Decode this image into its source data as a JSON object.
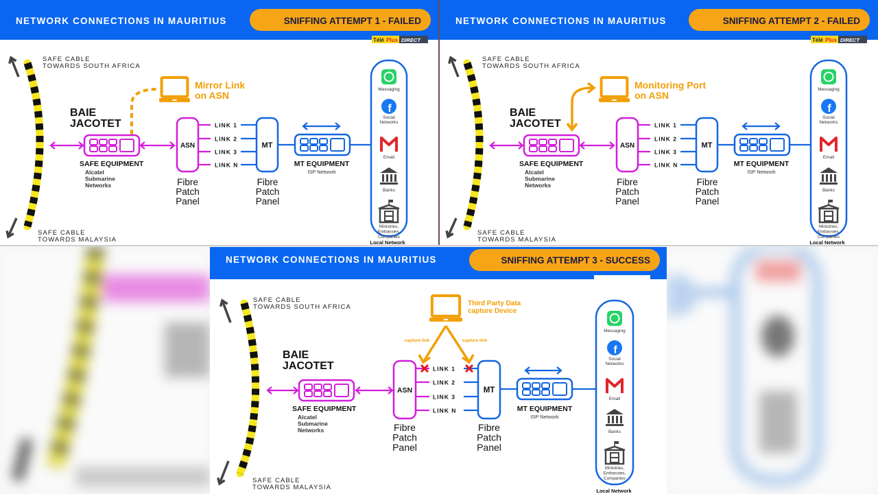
{
  "panels": [
    {
      "header_title": "NETWORK CONNECTIONS IN MAURITIUS",
      "status_pill": "SNIFFING ATTEMPT 1 - FAILED",
      "status": "failed",
      "watermark": {
        "part1": "Télé",
        "part2": "Plus",
        "part3": "DIRECT"
      },
      "cable_top_label": [
        "SAFE CABLE",
        "TOWARDS SOUTH AFRICA"
      ],
      "cable_bottom_label": [
        "SAFE CABLE",
        "TOWARDS MALAYSIA"
      ],
      "site_name": [
        "BAIE",
        "JACOTET"
      ],
      "safe_equipment": {
        "title": "SAFE EQUIPMENT",
        "vendor": [
          "Alcatel",
          "Submarine",
          "Networks"
        ]
      },
      "asn": {
        "label": "ASN",
        "caption": [
          "Fibre",
          "Patch",
          "Panel"
        ]
      },
      "links": [
        "LINK 1",
        "LINK 2",
        "LINK 3",
        "LINK N"
      ],
      "mt": {
        "label": "MT",
        "caption": [
          "Fibre",
          "Patch",
          "Panel"
        ]
      },
      "mt_equipment": {
        "title": "MT EQUIPMENT",
        "subtitle": "ISP Network"
      },
      "attack": {
        "type": "mirror",
        "label": [
          "Mirror Link",
          "on ASN"
        ],
        "icon": "laptop-icon"
      },
      "local_network": {
        "title": "Local Network",
        "items": [
          {
            "icon": "whatsapp-icon",
            "label": [
              "Messaging"
            ]
          },
          {
            "icon": "facebook-icon",
            "label": [
              "Social",
              "Networks"
            ]
          },
          {
            "icon": "gmail-icon",
            "label": [
              "Email"
            ]
          },
          {
            "icon": "bank-icon",
            "label": [
              "Banks"
            ]
          },
          {
            "icon": "government-building-icon",
            "label": [
              "Ministries,",
              "Embassies,",
              "Companies"
            ]
          }
        ]
      }
    },
    {
      "header_title": "NETWORK CONNECTIONS IN MAURITIUS",
      "status_pill": "SNIFFING ATTEMPT 2 - FAILED",
      "status": "failed",
      "watermark": {
        "part1": "Télé",
        "part2": "Plus",
        "part3": "DIRECT"
      },
      "cable_top_label": [
        "SAFE CABLE",
        "TOWARDS SOUTH AFRICA"
      ],
      "cable_bottom_label": [
        "SAFE CABLE",
        "TOWARDS MALAYSIA"
      ],
      "site_name": [
        "BAIE",
        "JACOTET"
      ],
      "safe_equipment": {
        "title": "SAFE EQUIPMENT",
        "vendor": [
          "Alcatel",
          "Submarine",
          "Networks"
        ]
      },
      "asn": {
        "label": "ASN",
        "caption": [
          "Fibre",
          "Patch",
          "Panel"
        ]
      },
      "links": [
        "LINK 1",
        "LINK 2",
        "LINK 3",
        "LINK N"
      ],
      "mt": {
        "label": "MT",
        "caption": [
          "Fibre",
          "Patch",
          "Panel"
        ]
      },
      "mt_equipment": {
        "title": "MT EQUIPMENT",
        "subtitle": "ISP Network"
      },
      "attack": {
        "type": "monitor",
        "label": [
          "Monitoring Port",
          "on ASN"
        ],
        "icon": "laptop-icon"
      },
      "local_network": {
        "title": "Local Network",
        "items": [
          {
            "icon": "whatsapp-icon",
            "label": [
              "Messaging"
            ]
          },
          {
            "icon": "facebook-icon",
            "label": [
              "Social",
              "Networks"
            ]
          },
          {
            "icon": "gmail-icon",
            "label": [
              "Email"
            ]
          },
          {
            "icon": "bank-icon",
            "label": [
              "Banks"
            ]
          },
          {
            "icon": "government-building-icon",
            "label": [
              "Ministries,",
              "Embassies,",
              "Companies"
            ]
          }
        ]
      }
    },
    {
      "header_title": "NETWORK CONNECTIONS IN MAURITIUS",
      "status_pill": "SNIFFING ATTEMPT 3 - SUCCESS",
      "status": "success",
      "cable_top_label": [
        "SAFE CABLE",
        "TOWARDS SOUTH AFRICA"
      ],
      "cable_bottom_label": [
        "SAFE CABLE",
        "TOWARDS MALAYSIA"
      ],
      "site_name": [
        "BAIE",
        "JACOTET"
      ],
      "safe_equipment": {
        "title": "SAFE EQUIPMENT",
        "vendor": [
          "Alcatel",
          "Submarine",
          "Networks"
        ]
      },
      "asn": {
        "label": "ASN",
        "caption": [
          "Fibre",
          "Patch",
          "Panel"
        ]
      },
      "links": [
        "LINK 1",
        "LINK 2",
        "LINK 3",
        "LINK N"
      ],
      "mt": {
        "label": "MT",
        "caption": [
          "Fibre",
          "Patch",
          "Panel"
        ]
      },
      "mt_equipment": {
        "title": "MT EQUIPMENT",
        "subtitle": "ISP Network"
      },
      "attack": {
        "type": "capture",
        "label": [
          "Third Party Data",
          "capture Device"
        ],
        "capture_link_label": "capture link",
        "icon": "laptop-icon"
      },
      "local_network": {
        "title": "Local Network",
        "items": [
          {
            "icon": "whatsapp-icon",
            "label": [
              "Messaging"
            ]
          },
          {
            "icon": "facebook-icon",
            "label": [
              "Social",
              "Networks"
            ]
          },
          {
            "icon": "gmail-icon",
            "label": [
              "Email"
            ]
          },
          {
            "icon": "bank-icon",
            "label": [
              "Banks"
            ]
          },
          {
            "icon": "government-building-icon",
            "label": [
              "Ministries,",
              "Embassies,",
              "Companies"
            ]
          }
        ]
      }
    }
  ],
  "colors": {
    "header_blue": "#0a66f0",
    "pill_orange": "#f7a516",
    "magenta": "#d31ddb",
    "blue": "#1466e0",
    "orange": "#f29f05",
    "cable_yellow": "#f5e61e",
    "cable_black": "#111111",
    "cut_red": "#e3141e"
  }
}
